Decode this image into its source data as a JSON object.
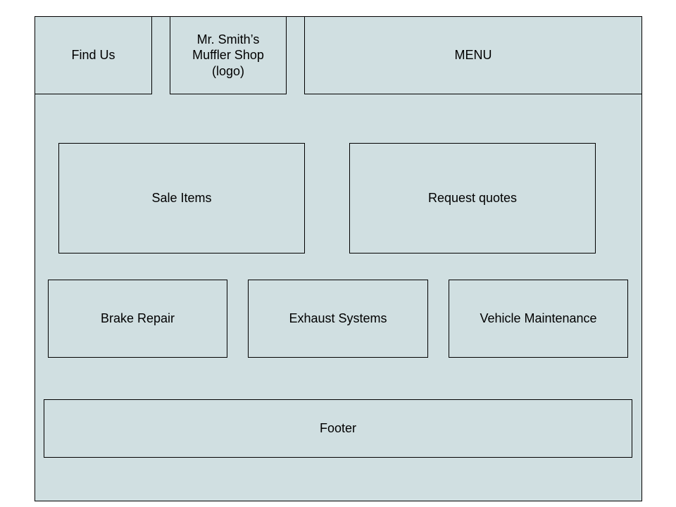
{
  "header": {
    "find_us": "Find Us",
    "logo": "Mr. Smith’s\nMuffler Shop\n(logo)",
    "menu": "MENU"
  },
  "features": {
    "sale_items": "Sale Items",
    "request_quotes": "Request quotes"
  },
  "services": {
    "brake_repair": "Brake Repair",
    "exhaust_systems": "Exhaust Systems",
    "vehicle_maintenance": "Vehicle Maintenance"
  },
  "footer": {
    "label": "Footer"
  },
  "colors": {
    "box_fill": "#d0dfe1",
    "border": "#000000"
  }
}
